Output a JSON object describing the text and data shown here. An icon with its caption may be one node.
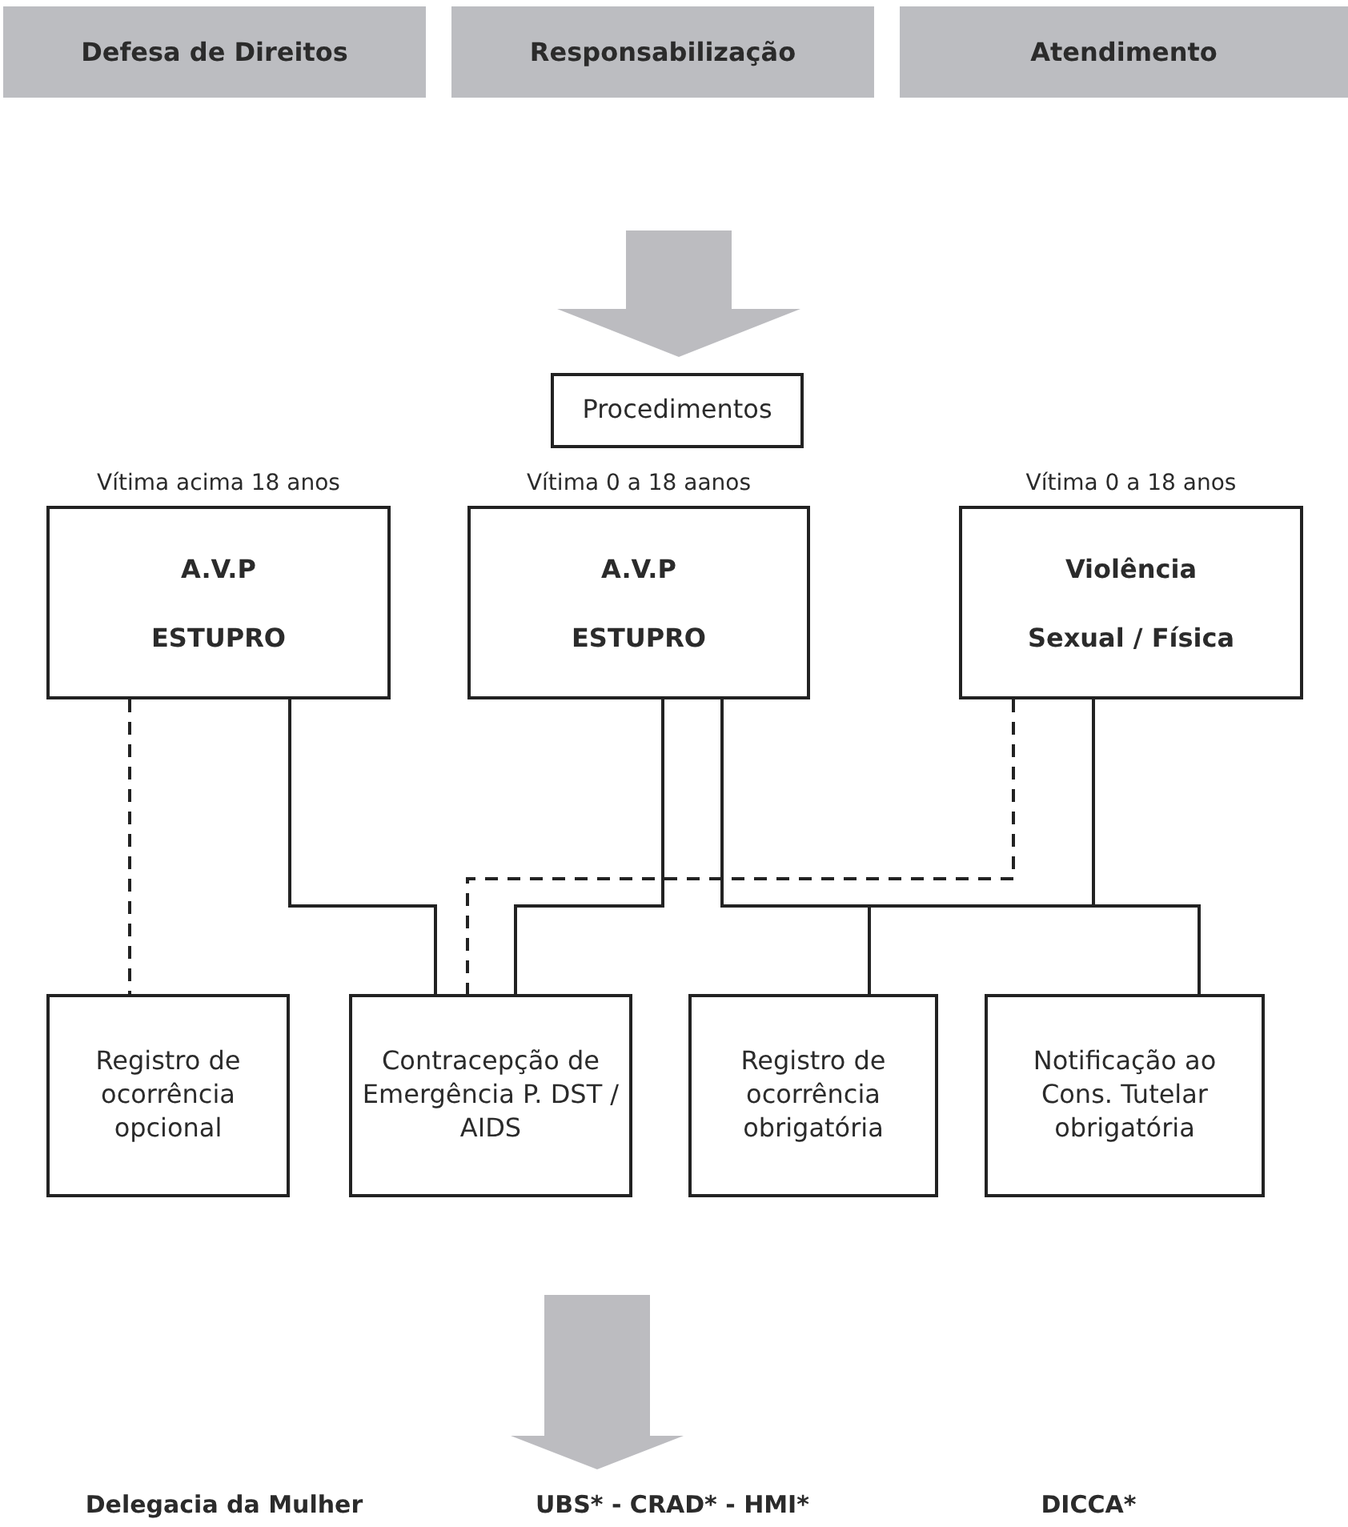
{
  "diagram": {
    "nodes": [
      {
        "text": [
          "Defesa de Direitos"
        ]
      },
      {
        "text": [
          "Responsabilização"
        ]
      },
      {
        "text": [
          "Atendimento"
        ]
      },
      {
        "text": [
          "Procedimentos"
        ]
      },
      {
        "text": [
          "A.V.P",
          "ESTUPRO"
        ],
        "beside": [
          "Vítima acima 18 anos"
        ]
      },
      {
        "text": [
          "A.V.P",
          "ESTUPRO"
        ],
        "beside": [
          "Vítima 0 a 18 aanos"
        ]
      },
      {
        "text": [
          "Violência",
          "Sexual / Física"
        ],
        "beside": [
          "Vítima 0 a 18 anos"
        ]
      },
      {
        "text": [
          "Registro de ocorrência opcional"
        ]
      },
      {
        "text": [
          "Contracepção de Emergência P. DST / AIDS"
        ]
      },
      {
        "text": [
          "Registro de ocorrência obrigatória"
        ]
      },
      {
        "text": [
          "Notificação ao Cons. Tutelar obrigatória"
        ]
      },
      {
        "text": [
          "Delegacia da Mulher"
        ]
      },
      {
        "text": [
          "UBS* - CRAD* - HMI*"
        ]
      },
      {
        "text": [
          "DICCA*"
        ]
      }
    ],
    "edges": [
      {
        "from": null,
        "to": 3,
        "arrow": "to",
        "style": "thick",
        "color": "#bcbcc0"
      },
      {
        "from": 4,
        "to": 7,
        "arrow": "none",
        "style": "dashed"
      },
      {
        "from": 4,
        "to": 8,
        "arrow": "none"
      },
      {
        "from": 6,
        "to": 8,
        "arrow": "none",
        "style": "dashed"
      },
      {
        "from": 5,
        "to": 8,
        "arrow": "none"
      },
      {
        "from": 5,
        "to": 9,
        "arrow": "none"
      },
      {
        "from": 5,
        "to": 10,
        "arrow": "none"
      },
      {
        "from": 6,
        "to": 9,
        "arrow": "none"
      },
      {
        "from": 6,
        "to": 10,
        "arrow": "none"
      },
      {
        "from": null,
        "to": 12,
        "arrow": "to",
        "style": "thick",
        "color": "#bcbcc0"
      }
    ]
  }
}
